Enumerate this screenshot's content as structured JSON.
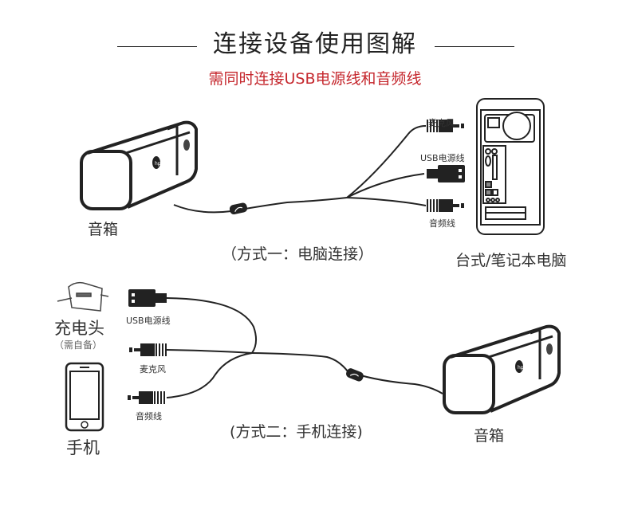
{
  "header": {
    "title": "连接设备使用图解",
    "subtitle": "需同时连接USB电源线和音频线",
    "subtitle_color": "#c5272d"
  },
  "method1": {
    "caption": "（方式一：电脑连接）",
    "speaker_label": "音箱",
    "computer_label": "台式/笔记本电脑",
    "cables": {
      "mic": "麦克风",
      "usb": "USB电源线",
      "audio": "音频线"
    }
  },
  "method2": {
    "caption": "(方式二：手机连接)",
    "charger_label": "充电头",
    "charger_note": "（需自备）",
    "phone_label": "手机",
    "speaker_label": "音箱",
    "cables": {
      "usb": "USB电源线",
      "mic": "麦克风",
      "audio": "音频线"
    }
  },
  "icons": [
    "speaker-icon",
    "desktop-pc-icon",
    "usb-plug-icon",
    "audio-jack-icon",
    "inline-volume-control-icon",
    "charger-icon",
    "smartphone-icon"
  ]
}
